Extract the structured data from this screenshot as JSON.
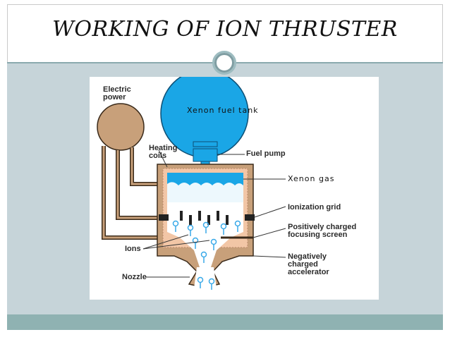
{
  "slide": {
    "title": "WORKING OF ION  THRUSTER"
  },
  "diagram": {
    "labels": {
      "electric_power": "Electric\npower",
      "xenon_fuel_tank": "Xenon\nfuel tank",
      "heating_coils": "Heating\ncoils",
      "fuel_pump": "Fuel pump",
      "xenon_gas": "Xenon gas",
      "ionization_grid": "Ionization grid",
      "focusing_screen": "Positively charged\nfocusing screen",
      "ions": "Ions",
      "accelerator": "Negatively\ncharged\naccelerator",
      "nozzle": "Nozzle"
    },
    "colors": {
      "tank_blue": "#1aa6e6",
      "casing_brown": "#c8a07a",
      "outline_dark": "#3a2a1a",
      "heating_coil": "#f2c6a6",
      "grid_black": "#222222",
      "ion_blue": "#39a9e8"
    }
  }
}
